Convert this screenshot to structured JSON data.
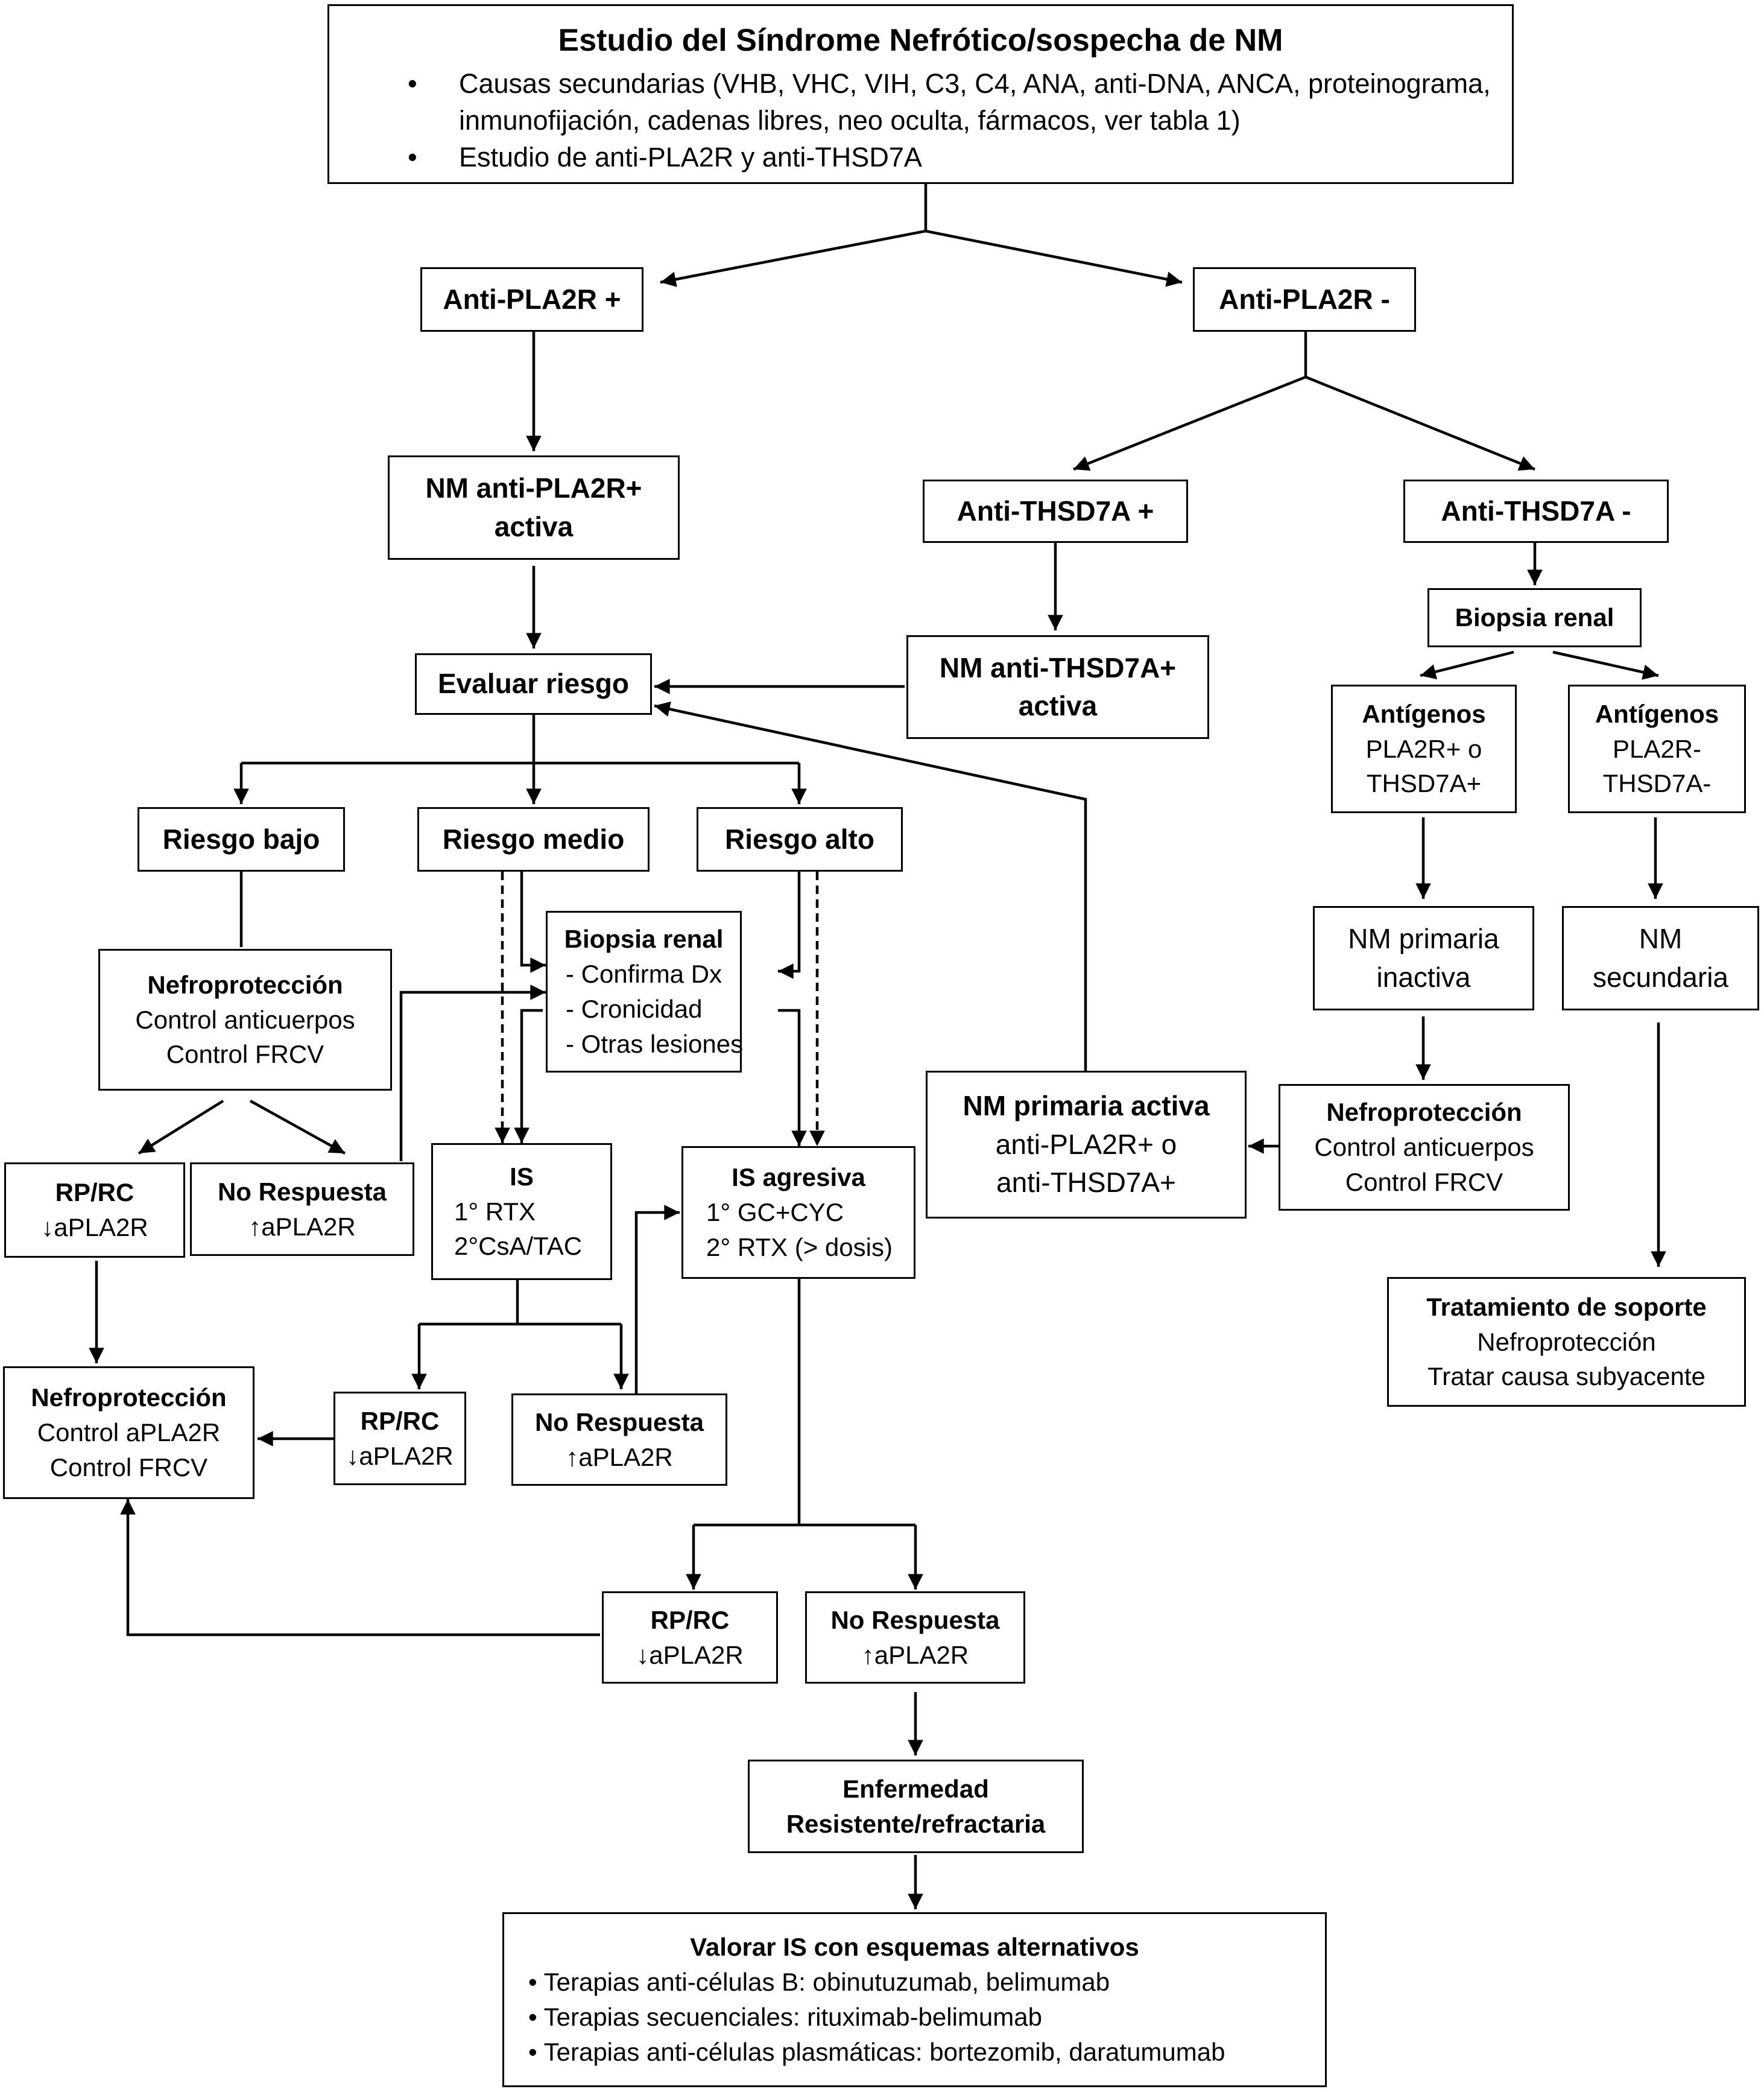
{
  "top": {
    "title": "Estudio del Síndrome Nefrótico/sospecha de NM",
    "bullet1_line1": "Causas secundarias (VHB, VHC, VIH, C3, C4, ANA, anti-DNA, ANCA, proteinograma,",
    "bullet1_line2": "inmunofijación, cadenas libres, neo oculta, fármacos, ver tabla 1)",
    "bullet2": "Estudio de anti-PLA2R y anti-THSD7A"
  },
  "pla2r_pos": "Anti-PLA2R +",
  "pla2r_neg": "Anti-PLA2R -",
  "nm_pla2r_active": {
    "line1": "NM anti-PLA2R+",
    "line2": "activa"
  },
  "thsd7a_pos": "Anti-THSD7A +",
  "thsd7a_neg": "Anti-THSD7A -",
  "nm_thsd7a_active": {
    "line1": "NM anti-THSD7A+",
    "line2": "activa"
  },
  "biopsy_right": "Biopsia renal",
  "antigens_pos": {
    "line1": "Antígenos",
    "line2": "PLA2R+ o",
    "line3": "THSD7A+"
  },
  "antigens_neg": {
    "line1": "Antígenos",
    "line2": "PLA2R-",
    "line3": "THSD7A-"
  },
  "nm_primary_inactive": {
    "line1": "NM primaria",
    "line2": "inactiva"
  },
  "nm_secondary": {
    "line1": "NM",
    "line2": "secundaria"
  },
  "evaluate_risk": "Evaluar riesgo",
  "risk_low": "Riesgo bajo",
  "risk_medium": "Riesgo medio",
  "risk_high": "Riesgo alto",
  "biopsy_center": {
    "title": "Biopsia renal",
    "item1": "- Confirma Dx",
    "item2": "- Cronicidad",
    "item3": "- Otras lesiones"
  },
  "nephro_low": {
    "title": "Nefroprotección",
    "line1": "Control anticuerpos",
    "line2": "Control FRCV"
  },
  "nm_primary_active": {
    "title": "NM primaria activa",
    "line1": "anti-PLA2R+ o",
    "line2": "anti-THSD7A+"
  },
  "nephro_right": {
    "title": "Nefroprotección",
    "line1": "Control anticuerpos",
    "line2": "Control FRCV"
  },
  "rp_rc_low": {
    "title": "RP/RC",
    "value": "↓aPLA2R"
  },
  "no_resp_low": {
    "title": "No Respuesta",
    "value": "↑aPLA2R"
  },
  "is_box": {
    "title": "IS",
    "line1": "1° RTX",
    "line2": "2°CsA/TAC"
  },
  "is_aggressive": {
    "title": "IS agresiva",
    "line1": "1° GC+CYC",
    "line2": "2° RTX (> dosis)"
  },
  "support": {
    "title": "Tratamiento de soporte",
    "line1": "Nefroprotección",
    "line2": "Tratar causa subyacente"
  },
  "nephro_bottom": {
    "title": "Nefroprotección",
    "line1": "Control aPLA2R",
    "line2": "Control FRCV"
  },
  "rp_rc_mid": {
    "title": "RP/RC",
    "value": "↓aPLA2R"
  },
  "no_resp_mid": {
    "title": "No Respuesta",
    "value": "↑aPLA2R"
  },
  "rp_rc_bottom": {
    "title": "RP/RC",
    "value": "↓aPLA2R"
  },
  "no_resp_bottom": {
    "title": "No Respuesta",
    "value": "↑aPLA2R"
  },
  "refractory": {
    "line1": "Enfermedad",
    "line2": "Resistente/refractaria"
  },
  "alternatives": {
    "title": "Valorar IS con esquemas alternativos",
    "items": [
      "Terapias anti-células B: obinutuzumab, belimumab",
      "Terapias secuenciales: rituximab-belimumab",
      "Terapias anti-células plasmáticas: bortezomib, daratumumab"
    ]
  }
}
